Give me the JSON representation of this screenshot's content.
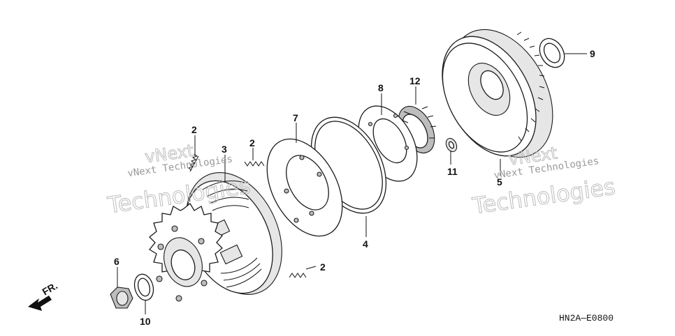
{
  "diagram": {
    "code": "HN2A—E0800",
    "direction_label": "FR.",
    "callouts": {
      "c2a": "2",
      "c2b": "2",
      "c2c": "2",
      "c3": "3",
      "c4": "4",
      "c5": "5",
      "c6": "6",
      "c7": "7",
      "c8": "8",
      "c9": "9",
      "c10": "10",
      "c11": "11",
      "c12": "12"
    },
    "watermarks": {
      "w1_small": "vNext Technologies",
      "w1_big_top": "vNext",
      "w1_big_bottom": "Technologies",
      "w2_small": "vNext Technologies",
      "w2_big_top": "vNext",
      "w2_big_bottom": "Technologies"
    }
  }
}
